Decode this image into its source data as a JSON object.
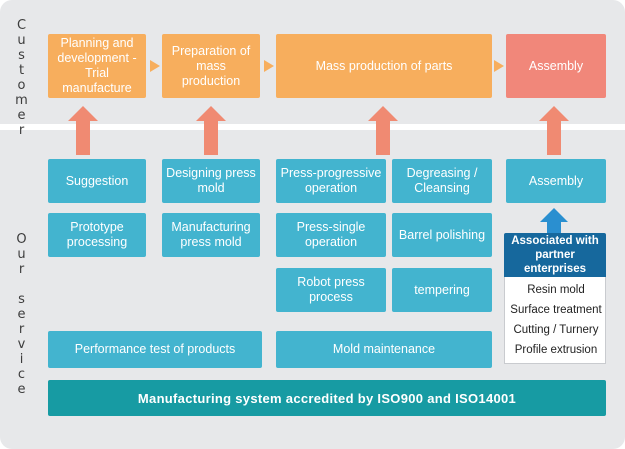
{
  "side_labels": {
    "customer": "Customer",
    "our_service": "Our service"
  },
  "customer_row": [
    {
      "label": "Planning and development - Trial manufacture"
    },
    {
      "label": "Preparation of mass production"
    },
    {
      "label": "Mass production of parts"
    },
    {
      "label": "Assembly"
    }
  ],
  "services": {
    "suggestion": "Suggestion",
    "prototype": "Prototype processing",
    "designing": "Designing press mold",
    "manufacturing": "Manufacturing press mold",
    "press_progressive": "Press-progressive operation",
    "press_single": "Press-single operation",
    "robot": "Robot press process",
    "degreasing": "Degreasing / Cleansing",
    "barrel": "Barrel polishing",
    "tempering": "tempering",
    "assembly": "Assembly",
    "performance": "Performance test of products",
    "maintenance": "Mold maintenance"
  },
  "partner": {
    "title": "Associated with partner enterprises",
    "items": [
      "Resin mold",
      "Surface treatment",
      "Cutting / Turnery",
      "Profile extrusion"
    ]
  },
  "footer": "Manufacturing system accredited by ISO900 and ISO14001",
  "colors": {
    "orange": "#f7ae5d",
    "salmon": "#f1877a",
    "teal": "#43b4cf",
    "dark_teal": "#179ba3",
    "navy": "#16689d",
    "panel": "#e7e8ea"
  }
}
